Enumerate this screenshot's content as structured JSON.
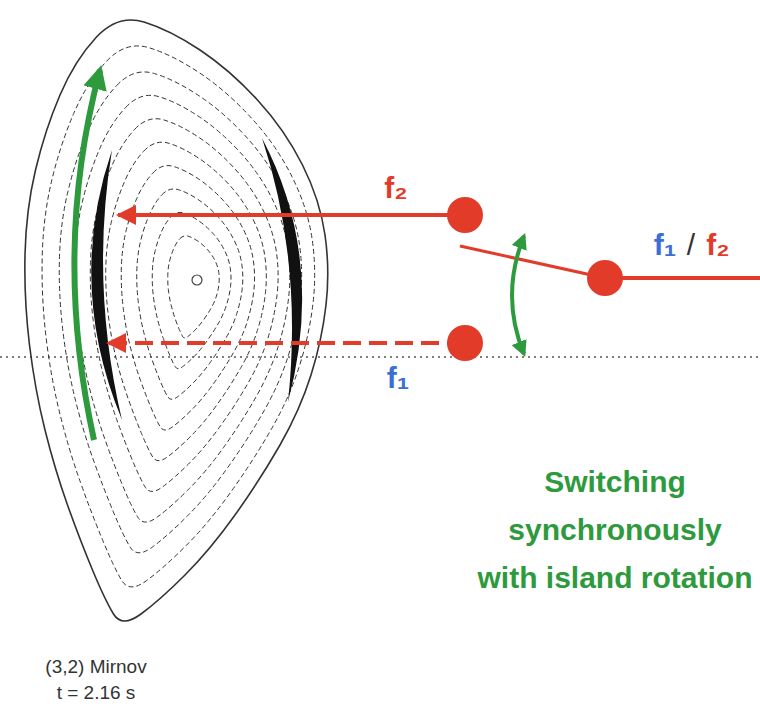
{
  "diagram": {
    "labels": [
      "f₂",
      "f₁",
      "f₁",
      "/",
      "f₂",
      "Switching synchronously with island rotation",
      "(3,2) Mirnov",
      "t = 2.16 s"
    ]
  }
}
